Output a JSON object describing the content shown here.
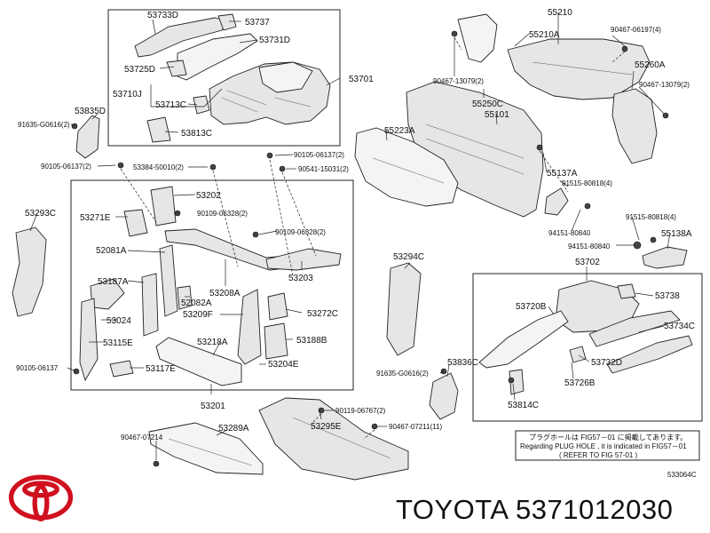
{
  "brand": {
    "part_caption": "TOYOTA 5371012030",
    "logo_color": "#d0101f"
  },
  "diagram_code": "533064C",
  "note": {
    "line1": "プラグホールは FIG57－01 に掲載してあります。",
    "line2": "Regarding PLUG HOLE , it is indicated in FIG57－01",
    "line3": "( REFER TO FIG 57-01 )"
  },
  "labels": {
    "l53733D": "53733D",
    "l53737": "53737",
    "l53731D": "53731D",
    "l53725D": "53725D",
    "l53701": "53701",
    "l53710J": "53710J",
    "l53713C": "53713C",
    "l53813C": "53813C",
    "l53835D": "53835D",
    "l91635_1": "91635-G0616(2)",
    "l90105_1": "90105-06137(2)",
    "l53384": "53384-50010(2)",
    "l90105_2": "90105-06137(2)",
    "l90541": "90541-15031(2)",
    "l55210": "55210",
    "l90467_06197": "90467-06197(4)",
    "l55210A": "55210A",
    "l90467_13079a": "90467-13079(2)",
    "l55260A": "55260A",
    "l90467_13079b": "90467-13079(2)",
    "l55250C": "55250C",
    "l55101": "55101",
    "l55223A": "55223A",
    "l55137A": "55137A",
    "l91515_a": "91515-80818(4)",
    "l94151_a": "94151-80840",
    "l91515_b": "91515-80818(4)",
    "l94151_b": "94151-80840",
    "l55138A": "55138A",
    "l53293C": "53293C",
    "l53202": "53202",
    "l53271E": "53271E",
    "l90109_a": "90109-06328(2)",
    "l90109_b": "90109-06328(2)",
    "l52081A": "52081A",
    "l53208A": "53208A",
    "l53203": "53203",
    "l53187A": "53187A",
    "l52082A": "52082A",
    "l53209F": "53209F",
    "l53272C": "53272C",
    "l53024": "53024",
    "l53188B": "53188B",
    "l53115E": "53115E",
    "l53218A": "53218A",
    "l53204E": "53204E",
    "l90105_3": "90105-06137",
    "l53117E": "53117E",
    "l53201": "53201",
    "l53294C": "53294C",
    "l53702": "53702",
    "l53720B": "53720B",
    "l53738": "53738",
    "l53734C": "53734C",
    "l53732D": "53732D",
    "l53726B": "53726B",
    "l91635_2": "91635-G0616(2)",
    "l53836C": "53836C",
    "l53814C": "53814C",
    "l90119": "90119-06767(2)",
    "l90467_07211": "90467-07211(11)",
    "l53295E": "53295E",
    "l90467_07214": "90467-07214",
    "l53289A": "53289A"
  }
}
